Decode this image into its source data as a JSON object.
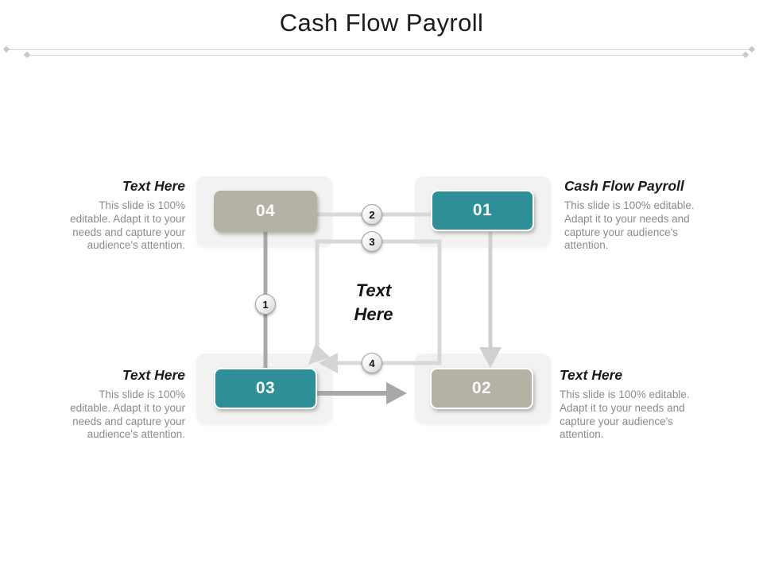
{
  "slide": {
    "title": "Cash Flow Payroll"
  },
  "text_blocks": {
    "top_left": {
      "heading": "Text Here",
      "body": "This slide is 100% editable. Adapt it to your needs and capture your audience's attention."
    },
    "top_right": {
      "heading": "Cash Flow Payroll",
      "body": "This slide is 100% editable. Adapt it to your needs and capture your audience's attention."
    },
    "bottom_left": {
      "heading": "Text Here",
      "body": "This slide is 100% editable. Adapt it to your needs and capture your audience's attention."
    },
    "bottom_right": {
      "heading": "Text Here",
      "body": "This slide is 100% editable. Adapt it to your needs and capture your audience's attention."
    }
  },
  "diagram": {
    "center_label": "Text Here",
    "boxes": {
      "b01": {
        "label": "01",
        "color": "#2f8f99"
      },
      "b02": {
        "label": "02",
        "color": "#b4b2a5"
      },
      "b03": {
        "label": "03",
        "color": "#2f8f99"
      },
      "b04": {
        "label": "04",
        "color": "#b4b2a5"
      }
    },
    "steps": {
      "s1": "1",
      "s2": "2",
      "s3": "3",
      "s4": "4"
    },
    "colors": {
      "teal_accent": "#2f8f99",
      "warm_gray_accent": "#b4b2a5",
      "panel_bg": "#f2f2f2",
      "light_connector": "#d8d8d8",
      "medium_connector": "#a8a8a8"
    },
    "icons": {
      "divider_end": "diamond",
      "arrowheads": [
        "arrow-down-icon",
        "arrow-left-icon",
        "arrow-right-icon",
        "arrow-down-left-icon"
      ]
    }
  }
}
